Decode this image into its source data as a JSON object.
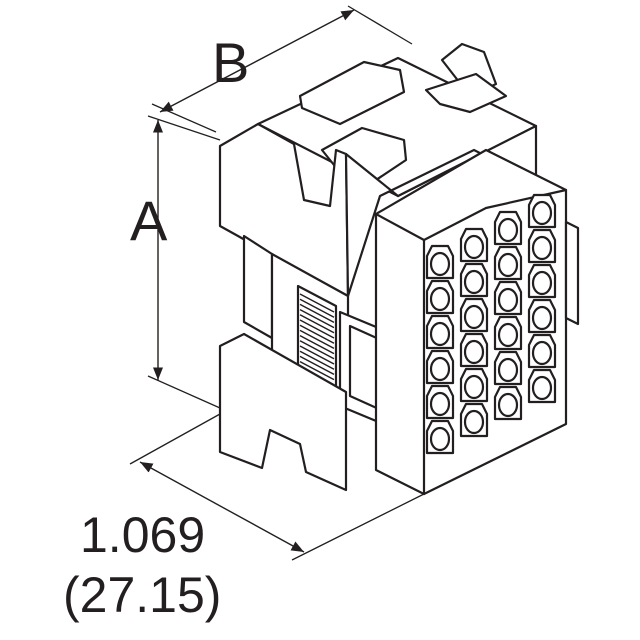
{
  "dimensions": {
    "height_label": "A",
    "depth_label": "B",
    "length_inches": "1.069",
    "length_mm": "(27.15)"
  },
  "connector": {
    "cavity_rows": 6,
    "cavity_columns": 4
  },
  "colors": {
    "line": "#231f20",
    "fill": "#ffffff"
  }
}
